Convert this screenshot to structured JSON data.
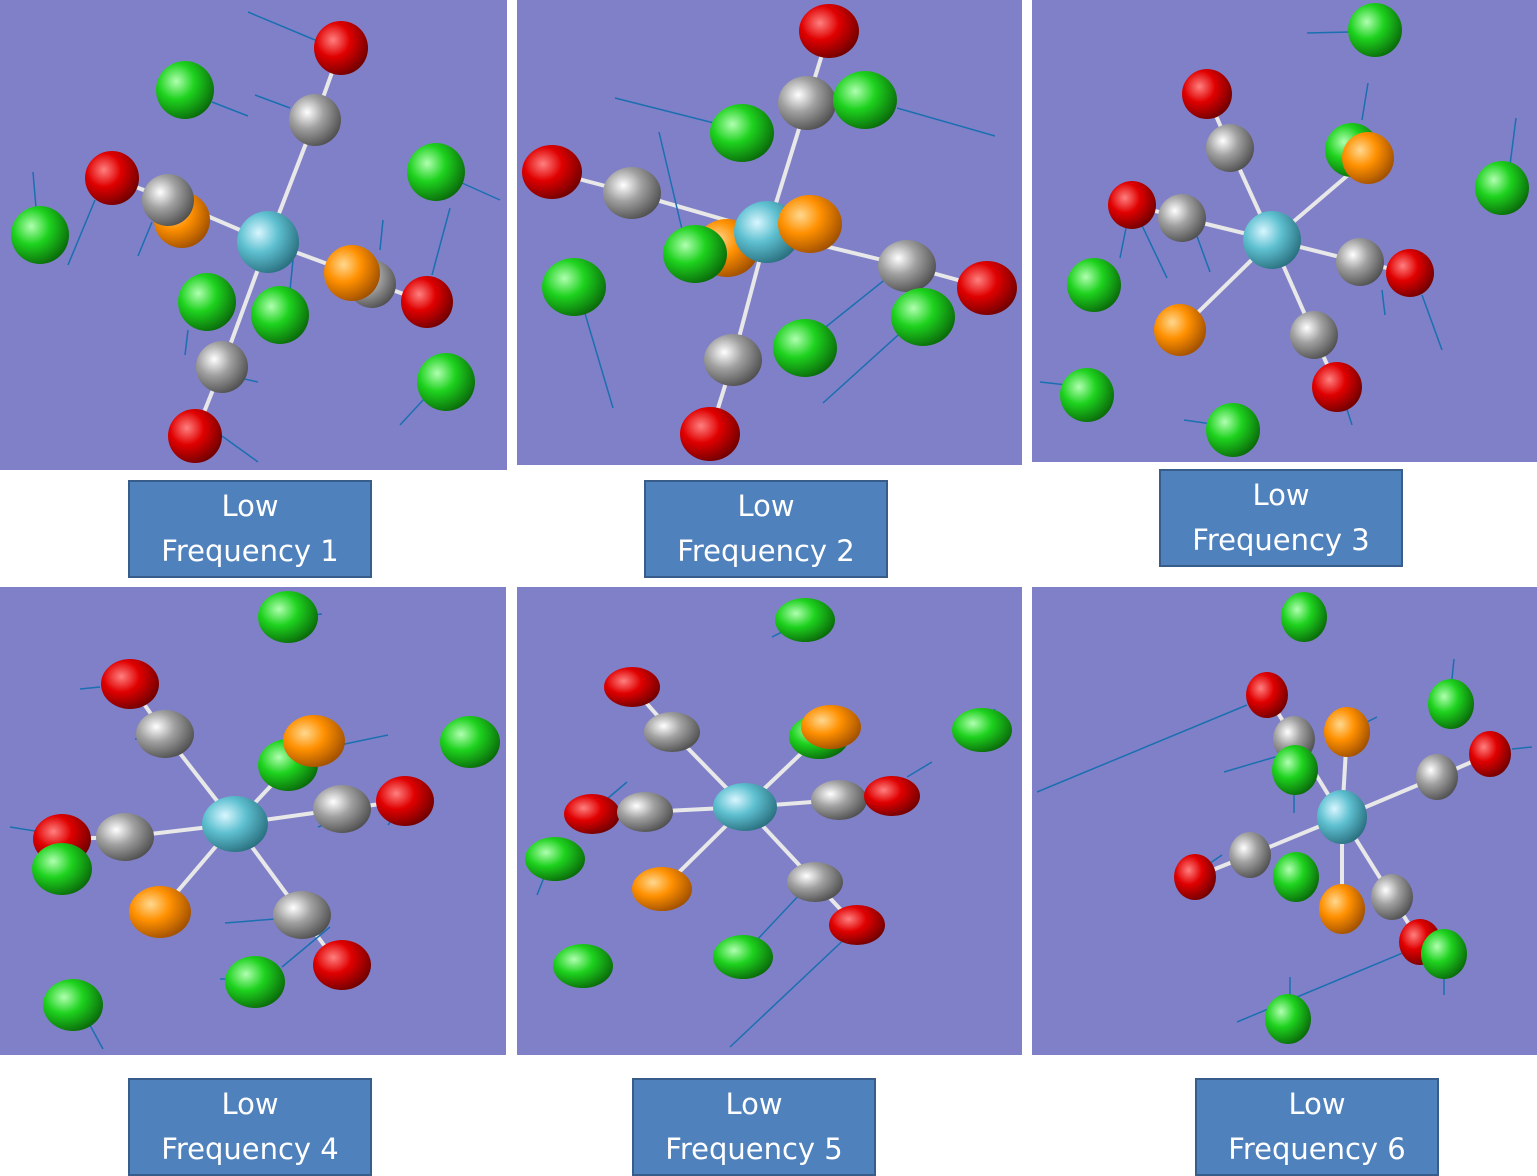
{
  "panels": [
    {
      "label": {
        "line1": "Low",
        "line2": "Frequency 1"
      }
    },
    {
      "label": {
        "line1": "Low",
        "line2": "Frequency 2"
      }
    },
    {
      "label": {
        "line1": "Low",
        "line2": "Frequency 3"
      }
    },
    {
      "label": {
        "line1": "Low",
        "line2": "Frequency 4"
      }
    },
    {
      "label": {
        "line1": "Low",
        "line2": "Frequency 5"
      }
    },
    {
      "label": {
        "line1": "Low",
        "line2": "Frequency 6"
      }
    }
  ],
  "colors": {
    "background": "#8080c9",
    "label_fill": "#4f81bd",
    "label_border": "#385d8a",
    "oxygen": "#e00000",
    "carbon": "#9a9a9a",
    "metal": "#5ec0d0",
    "phosphorus": "#ff9a00",
    "chlorine": "#1ed21e",
    "vector": "#1a6fb0"
  }
}
